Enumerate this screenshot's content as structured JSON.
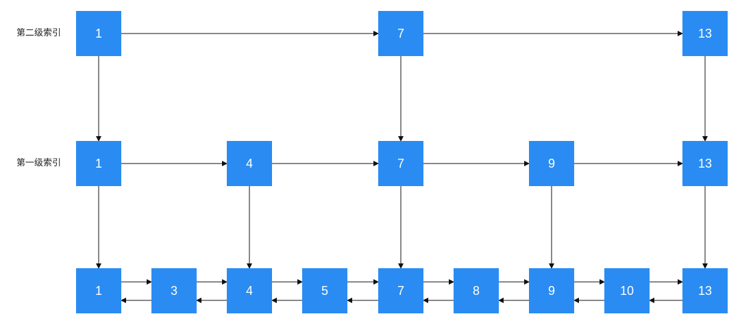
{
  "colors": {
    "node_fill": "#2a8cf2",
    "node_text": "#ffffff",
    "edge": "#111111",
    "label": "#222222"
  },
  "labels": {
    "level2": "第二级索引",
    "level1": "第一级索引"
  },
  "levels": {
    "level2": [
      "1",
      "7",
      "13"
    ],
    "level1": [
      "1",
      "4",
      "7",
      "9",
      "13"
    ],
    "base": [
      "1",
      "3",
      "4",
      "5",
      "7",
      "8",
      "9",
      "10",
      "13"
    ]
  }
}
